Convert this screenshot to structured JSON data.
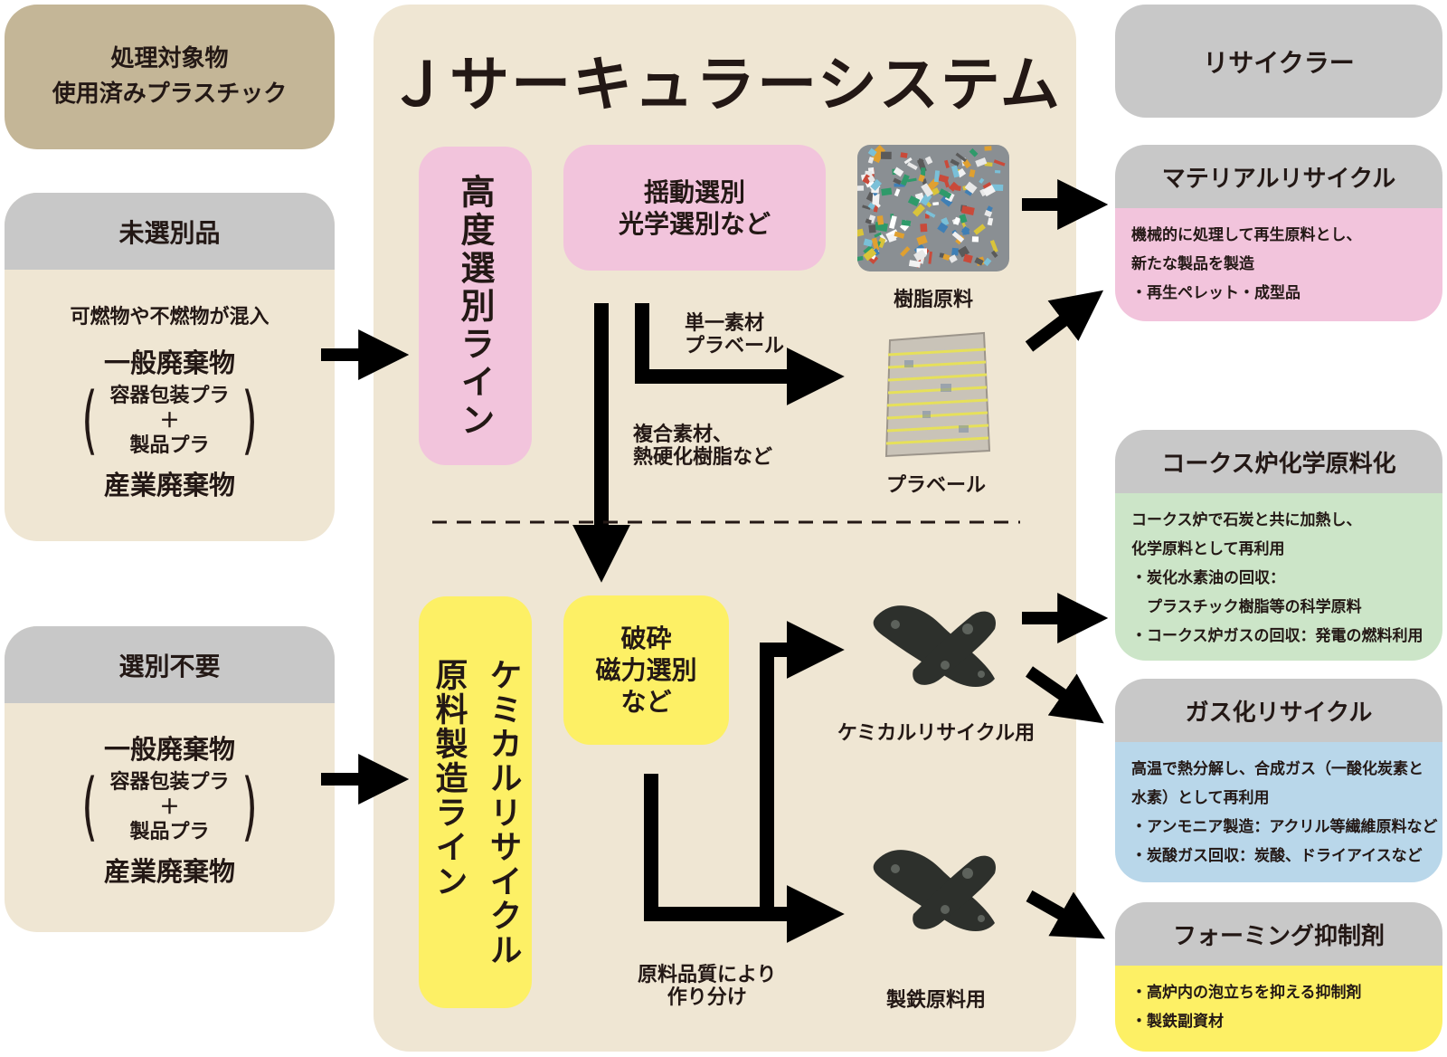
{
  "target": {
    "line1": "処理対象物",
    "line2": "使用済みプラスチック"
  },
  "unsorted": {
    "header": "未選別品",
    "mixed_note": "可燃物や不燃物が混入",
    "general_waste": "一般廃棄物",
    "container_packaging": "容器包装プラ",
    "plus": "＋",
    "product_plastic": "製品プラ",
    "industrial_waste": "産業廃棄物"
  },
  "no_sort": {
    "header": "選別不要",
    "general_waste": "一般廃棄物",
    "container_packaging": "容器包装プラ",
    "plus": "＋",
    "product_plastic": "製品プラ",
    "industrial_waste": "産業廃棄物"
  },
  "system": {
    "title": "Ｊサーキュラーシステム",
    "advanced_line": "高度選別ライン",
    "chemical_line_col1": "ケミカルリサイクル",
    "chemical_line_col2": "原料製造ライン",
    "sorting_process_line1": "揺動選別",
    "sorting_process_line2": "光学選別など",
    "crush_process_line1": "破砕",
    "crush_process_line2": "磁力選別",
    "crush_process_line3": "など",
    "single_material_line1": "単一素材",
    "single_material_line2": "プラベール",
    "composite_line1": "複合素材、",
    "composite_line2": "熱硬化樹脂など",
    "quality_split_line1": "原料品質により",
    "quality_split_line2": "作り分け",
    "resin_caption": "樹脂原料",
    "bale_caption": "プラベール",
    "chemical_caption": "ケミカルリサイクル用",
    "iron_caption": "製鉄原料用"
  },
  "recycler": {
    "label": "リサイクラー"
  },
  "material_recycle": {
    "header": "マテリアルリサイクル",
    "body": "機械的に処理して再生原料とし、\n新たな製品を製造\n・再生ペレット・成型品",
    "color": "#f2c4dc"
  },
  "coke_oven": {
    "header": "コークス炉化学原料化",
    "body": "コークス炉で石炭と共に加熱し、\n化学原料として再利用\n・炭化水素油の回収：\n　プラスチック樹脂等の科学原料\n・コークス炉ガスの回収：発電の燃料利用",
    "color": "#cce5c8"
  },
  "gasification": {
    "header": "ガス化リサイクル",
    "body": "高温で熱分解し、合成ガス（一酸化炭素と\n水素）として再利用\n・アンモニア製造：アクリル等繊維原料など\n・炭酸ガス回収：炭酸、ドライアイスなど",
    "color": "#b9d7ea"
  },
  "forming": {
    "header": "フォーミング抑制剤",
    "body": "・高炉内の泡立ちを抑える抑制剤\n・製鉄副資材",
    "color": "#fdf065"
  },
  "icons": {
    "resin_photo": "plastic-flakes-photo",
    "bale_photo": "plastic-bale-photo",
    "chemical_photo": "agglomerate-photo",
    "iron_photo": "agglomerate-photo"
  }
}
